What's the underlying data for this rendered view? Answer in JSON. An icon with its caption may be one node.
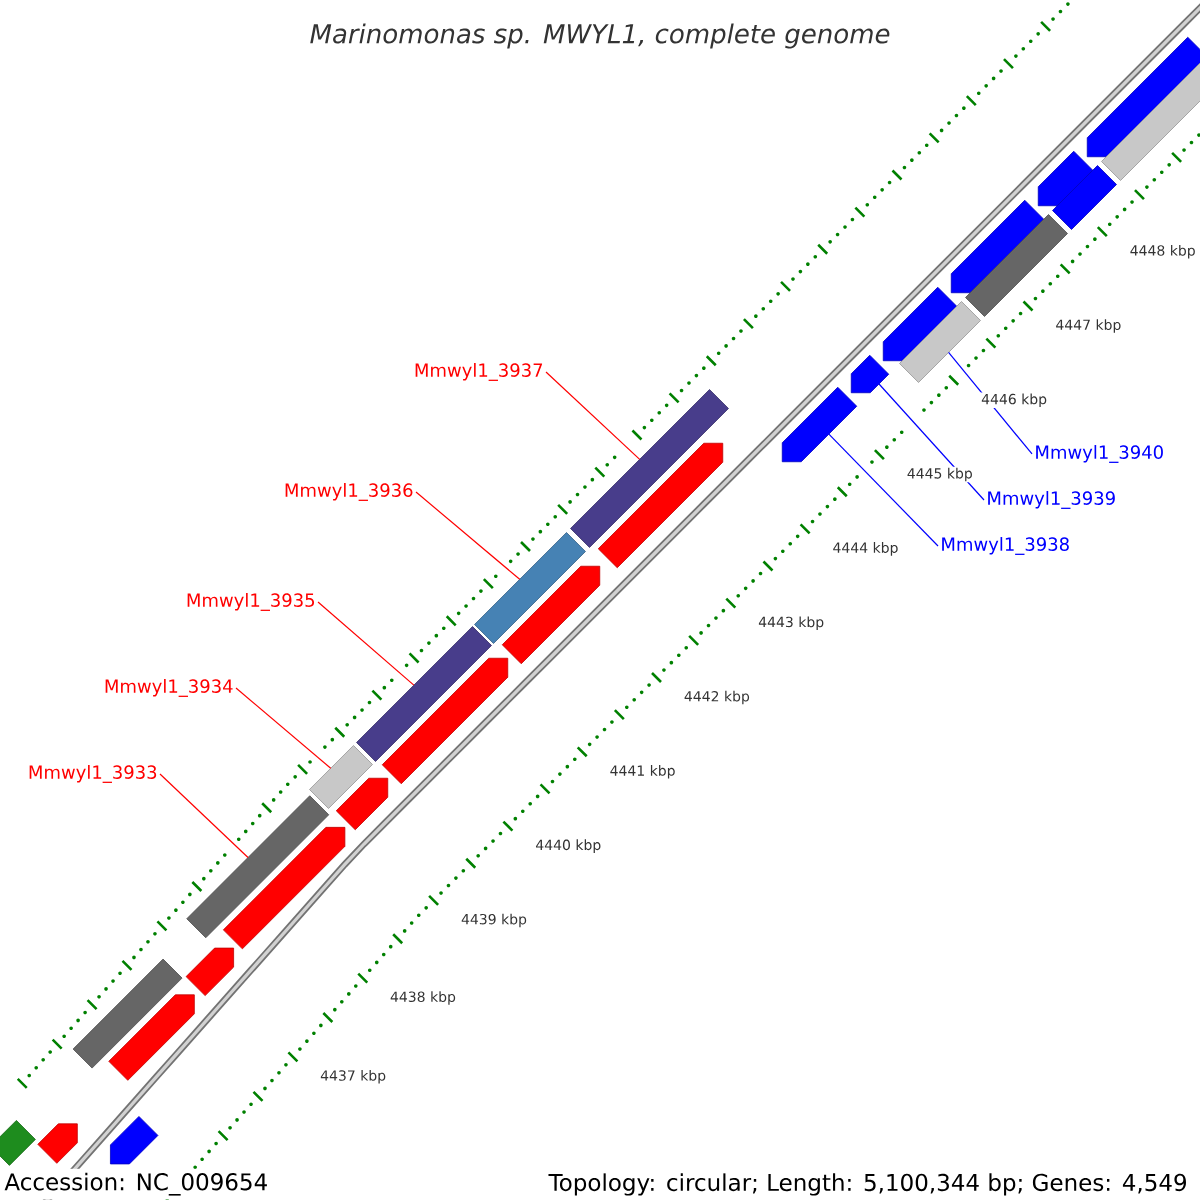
{
  "diagram": {
    "title": "Marinomonas sp. MWYL1, complete genome",
    "nodes": [
      {
        "text": [
          "Mmwyl1_3937"
        ]
      },
      {
        "text": [
          "Mmwyl1_3936"
        ]
      },
      {
        "text": [
          "Mmwyl1_3935"
        ]
      },
      {
        "text": [
          "Mmwyl1_3934"
        ]
      },
      {
        "text": [
          "Mmwyl1_3933"
        ]
      },
      {
        "text": [
          "Mmwyl1_3940"
        ]
      },
      {
        "text": [
          "Mmwyl1_3939"
        ]
      },
      {
        "text": [
          "Mmwyl1_3938"
        ]
      },
      {
        "text": [],
        "shape": "bar"
      },
      {
        "text": [],
        "shape": "pentagon"
      },
      {
        "text": [],
        "shape": "pentagon"
      },
      {
        "text": [],
        "shape": "bar"
      },
      {
        "text": [],
        "shape": "pentagon"
      },
      {
        "text": [],
        "shape": "pentagon"
      },
      {
        "text": [],
        "shape": "bar"
      },
      {
        "text": [],
        "shape": "pentagon"
      },
      {
        "text": [],
        "shape": "bar"
      },
      {
        "text": [],
        "shape": "pentagon"
      },
      {
        "text": [],
        "shape": "bar"
      },
      {
        "text": [],
        "shape": "pentagon"
      },
      {
        "text": [],
        "shape": "bar"
      },
      {
        "text": [],
        "shape": "pentagon"
      },
      {
        "text": [],
        "shape": "bar"
      },
      {
        "text": [],
        "shape": "pentagon"
      },
      {
        "text": [],
        "shape": "pentagon"
      },
      {
        "text": [],
        "shape": "pentagon"
      },
      {
        "text": [],
        "shape": "pentagon"
      },
      {
        "text": [],
        "shape": "bar"
      },
      {
        "text": [],
        "shape": "pentagon"
      },
      {
        "text": [],
        "shape": "bar"
      },
      {
        "text": [],
        "shape": "pentagon"
      },
      {
        "text": [],
        "shape": "bar"
      },
      {
        "text": [],
        "shape": "pentagon"
      },
      {
        "text": [],
        "shape": "bar"
      }
    ],
    "edges": [
      {
        "from": 0,
        "to": 22,
        "arrow": "none"
      },
      {
        "from": 1,
        "to": 20,
        "arrow": "none"
      },
      {
        "from": 2,
        "to": 18,
        "arrow": "none"
      },
      {
        "from": 3,
        "to": 16,
        "arrow": "none"
      },
      {
        "from": 4,
        "to": 14,
        "arrow": "none"
      },
      {
        "from": 5,
        "to": 27,
        "arrow": "none",
        "color": "#0000ff"
      },
      {
        "from": 6,
        "to": 25,
        "arrow": "none",
        "color": "#0000ff"
      },
      {
        "from": 7,
        "to": 24,
        "arrow": "none",
        "color": "#0000ff"
      }
    ],
    "labels": [
      "4448 kbp",
      "4447 kbp",
      "4446 kbp",
      "4445 kbp",
      "4444 kbp",
      "4443 kbp",
      "4442 kbp",
      "4441 kbp",
      "4440 kbp",
      "4439 kbp",
      "4438 kbp",
      "4437 kbp",
      "Accession: NC_009654",
      "Topology: circular; Length: 5,100,344 bp; Genes: 4,549"
    ]
  }
}
